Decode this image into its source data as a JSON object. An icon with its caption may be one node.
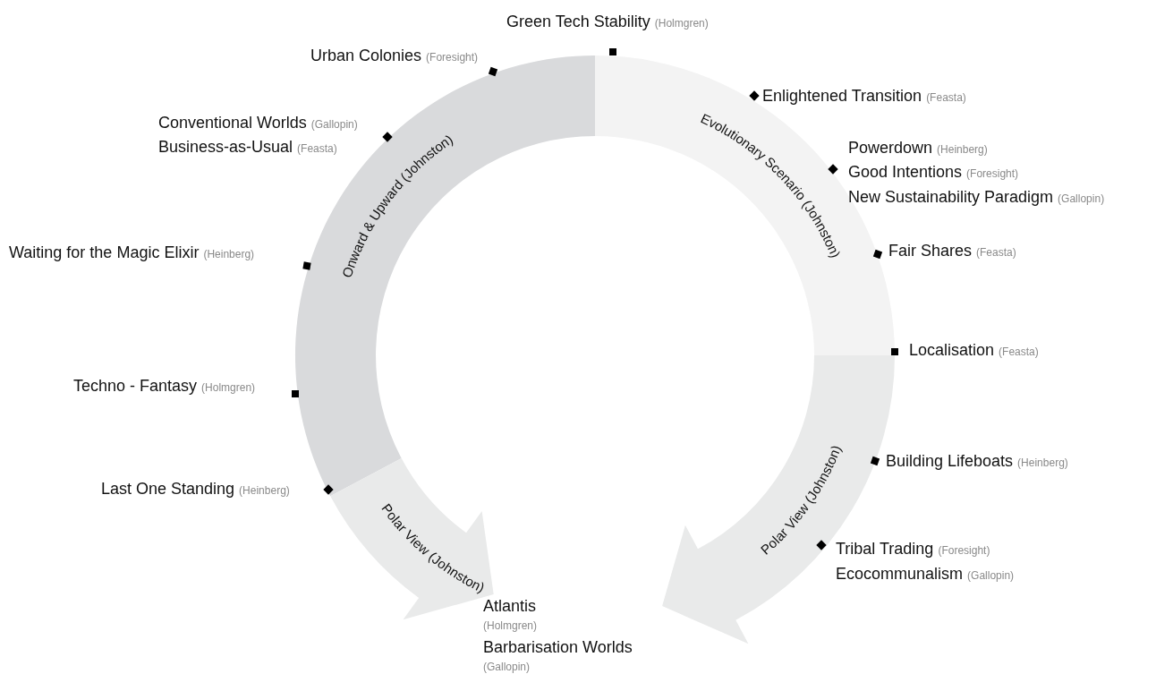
{
  "diagram": {
    "nodes": [
      {
        "text": [
          "Onward & Upward (Johnston)"
        ]
      },
      {
        "text": [
          "Evolutionary Scenario (Johnston)"
        ]
      },
      {
        "text": [
          "Polar View (Johnston)"
        ]
      },
      {
        "text": [
          "Polar View (Johnston)"
        ]
      }
    ],
    "labels": [
      "Green Tech Stability",
      "(Holmgren)",
      "Urban Colonies",
      "(Foresight)",
      "Conventional Worlds",
      "(Gallopin)",
      "Business-as-Usual",
      "(Feasta)",
      "Enlightened Transition",
      "(Feasta)",
      "Powerdown",
      "(Heinberg)",
      "Good Intentions",
      "(Foresight)",
      "New Sustainability Paradigm",
      "(Gallopin)",
      "Waiting for the Magic Elixir",
      "(Heinberg)",
      "Fair Shares",
      "(Feasta)",
      "Localisation",
      "(Feasta)",
      "Techno - Fantasy",
      "(Holmgren)",
      "Building Lifeboats",
      "(Heinberg)",
      "Last One Standing",
      "(Heinberg)",
      "Tribal Trading",
      "(Foresight)",
      "Ecocommunalism",
      "(Gallopin)",
      "Atlantis",
      "(Holmgren)",
      "Barbarisation Worlds",
      "(Gallopin)"
    ]
  }
}
